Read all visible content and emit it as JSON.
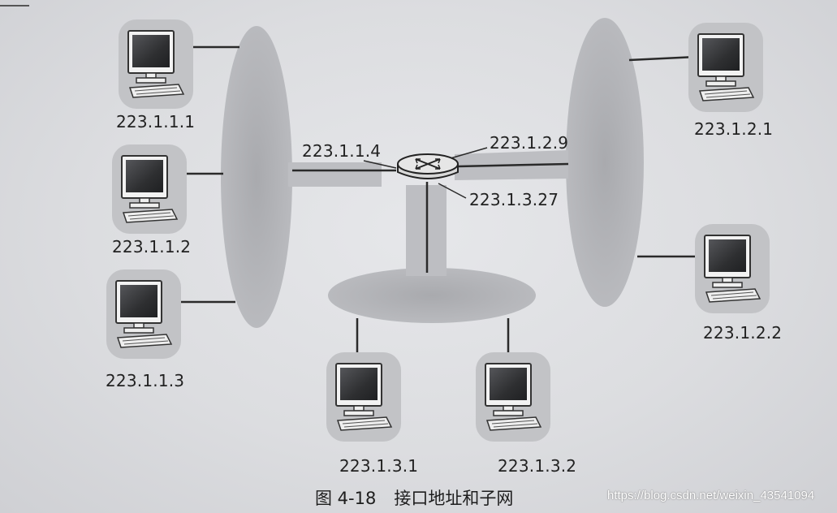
{
  "figure": {
    "caption_number": "图 4-18",
    "caption_title": "接口地址和子网",
    "watermark": "https://blog.csdn.net/weixin_43541094"
  },
  "subnets": [
    {
      "hosts": [
        "223.1.1.1",
        "223.1.1.2",
        "223.1.1.3"
      ],
      "router_interface": "223.1.1.4"
    },
    {
      "hosts": [
        "223.1.2.1",
        "223.1.2.2"
      ],
      "router_interface": "223.1.2.9"
    },
    {
      "hosts": [
        "223.1.3.1",
        "223.1.3.2"
      ],
      "router_interface": "223.1.3.27"
    }
  ],
  "colors": {
    "subnet_fill": "#b4b5b9",
    "line": "#2a2a2a",
    "screen": "#3a3a3c"
  }
}
